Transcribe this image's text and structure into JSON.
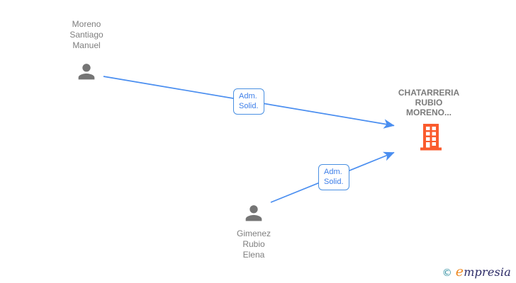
{
  "diagram": {
    "nodes": {
      "person1": {
        "type": "person",
        "lines": [
          "Moreno",
          "Santiago",
          "Manuel"
        ]
      },
      "person2": {
        "type": "person",
        "lines": [
          "Gimenez",
          "Rubio",
          "Elena"
        ]
      },
      "company": {
        "type": "company",
        "lines": [
          "CHATARRERIA",
          "RUBIO",
          "MORENO..."
        ]
      }
    },
    "edges": {
      "edge1": {
        "from": "person1",
        "to": "company",
        "label_lines": [
          "Adm.",
          "Solid."
        ]
      },
      "edge2": {
        "from": "person2",
        "to": "company",
        "label_lines": [
          "Adm.",
          "Solid."
        ]
      }
    },
    "colors": {
      "edge_blue": "#4a8ef0",
      "edge_label_border": "#4a90e2",
      "edge_label_text": "#3d7ee8",
      "node_text_gray": "#7e7e7e",
      "person_icon_gray": "#757575",
      "building_orange": "#fa5b2d"
    }
  },
  "footer": {
    "copyright_symbol": "©",
    "brand_first_letter": "e",
    "brand_rest": "mpresia",
    "brand_colors": {
      "copyright_teal": "#2d8c9e",
      "first_letter_orange": "#ee8a25",
      "rest_navy": "#2b2a66"
    }
  }
}
